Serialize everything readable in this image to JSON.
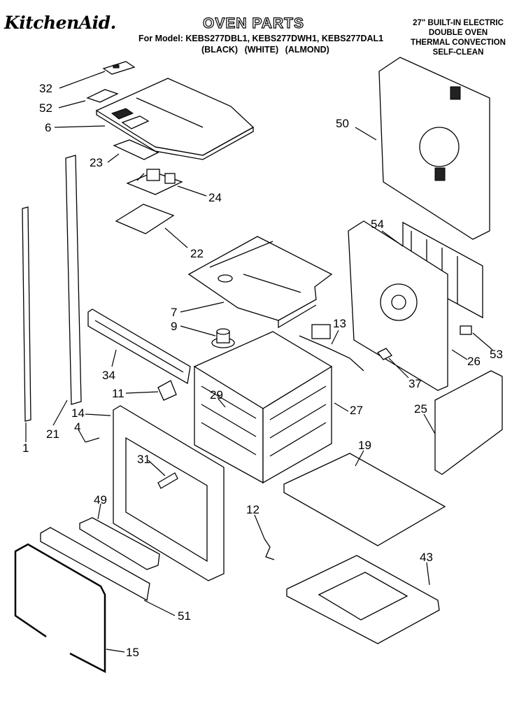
{
  "header": {
    "brand": "KitchenAid.",
    "title": "OVEN PARTS",
    "model_line": "For Model: KEBS277DBL1, KEBS277DWH1, KEBS277DAL1",
    "colors": [
      "(BLACK)",
      "(WHITE)",
      "(ALMOND)"
    ],
    "description": [
      "27\" BUILT-IN ELECTRIC",
      "DOUBLE OVEN",
      "THERMAL CONVECTION",
      "SELF-CLEAN"
    ]
  },
  "callouts": [
    {
      "num": "32"
    },
    {
      "num": "52"
    },
    {
      "num": "6"
    },
    {
      "num": "23"
    },
    {
      "num": "24"
    },
    {
      "num": "22"
    },
    {
      "num": "7"
    },
    {
      "num": "9"
    },
    {
      "num": "13"
    },
    {
      "num": "50"
    },
    {
      "num": "54"
    },
    {
      "num": "53"
    },
    {
      "num": "26"
    },
    {
      "num": "37"
    },
    {
      "num": "27"
    },
    {
      "num": "25"
    },
    {
      "num": "34"
    },
    {
      "num": "11"
    },
    {
      "num": "29"
    },
    {
      "num": "14"
    },
    {
      "num": "4"
    },
    {
      "num": "21"
    },
    {
      "num": "1"
    },
    {
      "num": "31"
    },
    {
      "num": "19"
    },
    {
      "num": "12"
    },
    {
      "num": "49"
    },
    {
      "num": "43"
    },
    {
      "num": "51"
    },
    {
      "num": "15"
    }
  ]
}
